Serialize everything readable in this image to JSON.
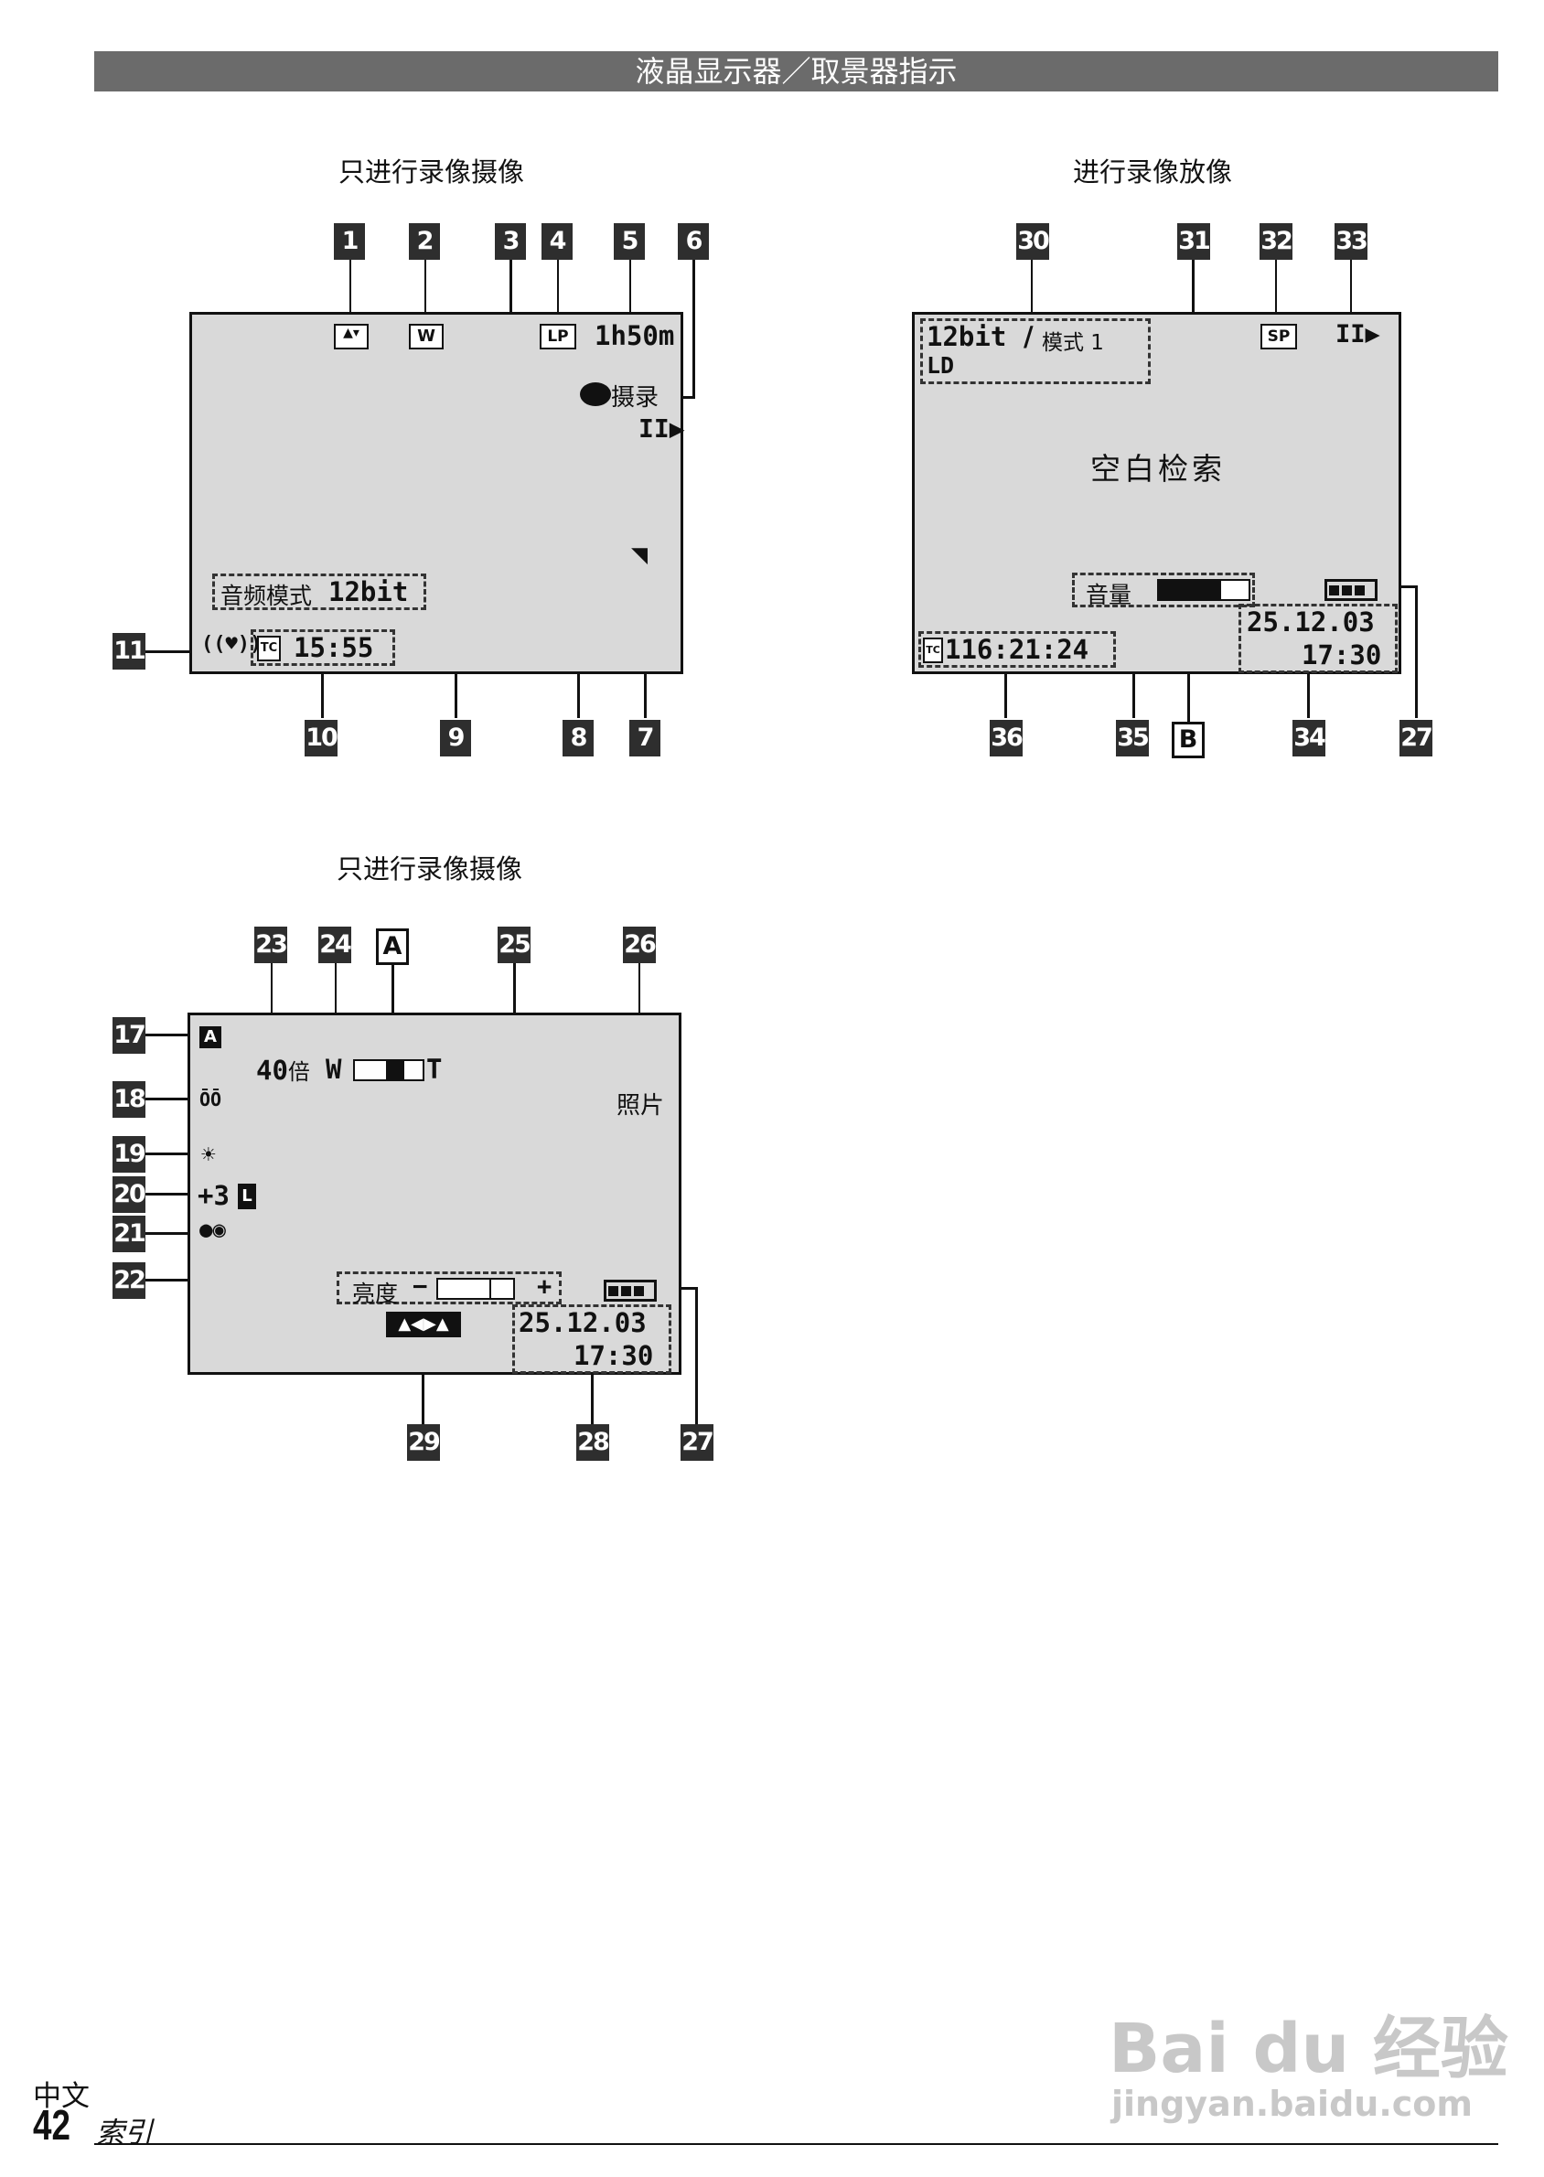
{
  "header": {
    "title": "液晶显示器／取景器指示"
  },
  "captions": {
    "rec_top": "只进行录像摄像",
    "playback": "进行录像放像",
    "rec_bottom": "只进行录像摄像"
  },
  "rec_screen": {
    "tape_remain": "1h50m",
    "tape_speed": "LP",
    "mode_w": "W",
    "record_label": "摄录",
    "audio_mode_label": "音频模式",
    "audio_mode_value": "12bit",
    "tc_badge": "TC",
    "time_code": "15:55"
  },
  "play_screen": {
    "audio_bits": "12bit",
    "mode_label": "模式 1",
    "ld_label": "LD",
    "speed_badge": "SP",
    "blank_search": "空白检索",
    "volume_label": "音量",
    "tc_badge": "TC",
    "time_code": "116:21:24",
    "date": "25.12.03",
    "time": "17:30"
  },
  "cam_screen": {
    "zoom_value": "40",
    "zoom_unit": "倍",
    "zoom_w": "W",
    "zoom_t": "T",
    "photo_label": "照片",
    "exposure_value": "+3",
    "lock_badge": "L",
    "brightness_label": "亮度",
    "minus": "−",
    "plus": "+",
    "date": "25.12.03",
    "time": "17:30"
  },
  "callouts": {
    "top": [
      "1",
      "2",
      "3",
      "4",
      "5",
      "6",
      "7",
      "8",
      "9",
      "10",
      "11"
    ],
    "play": [
      "30",
      "31",
      "32",
      "33",
      "27",
      "34",
      "B",
      "35",
      "36"
    ],
    "cam": [
      "23",
      "24",
      "A",
      "25",
      "26",
      "17",
      "18",
      "19",
      "20",
      "21",
      "22",
      "27",
      "28",
      "29"
    ]
  },
  "footer": {
    "language": "中文",
    "page_number": "42",
    "section": "索引"
  },
  "watermark": {
    "brand": "Bai du 经验",
    "url": "jingyan.baidu.com"
  }
}
